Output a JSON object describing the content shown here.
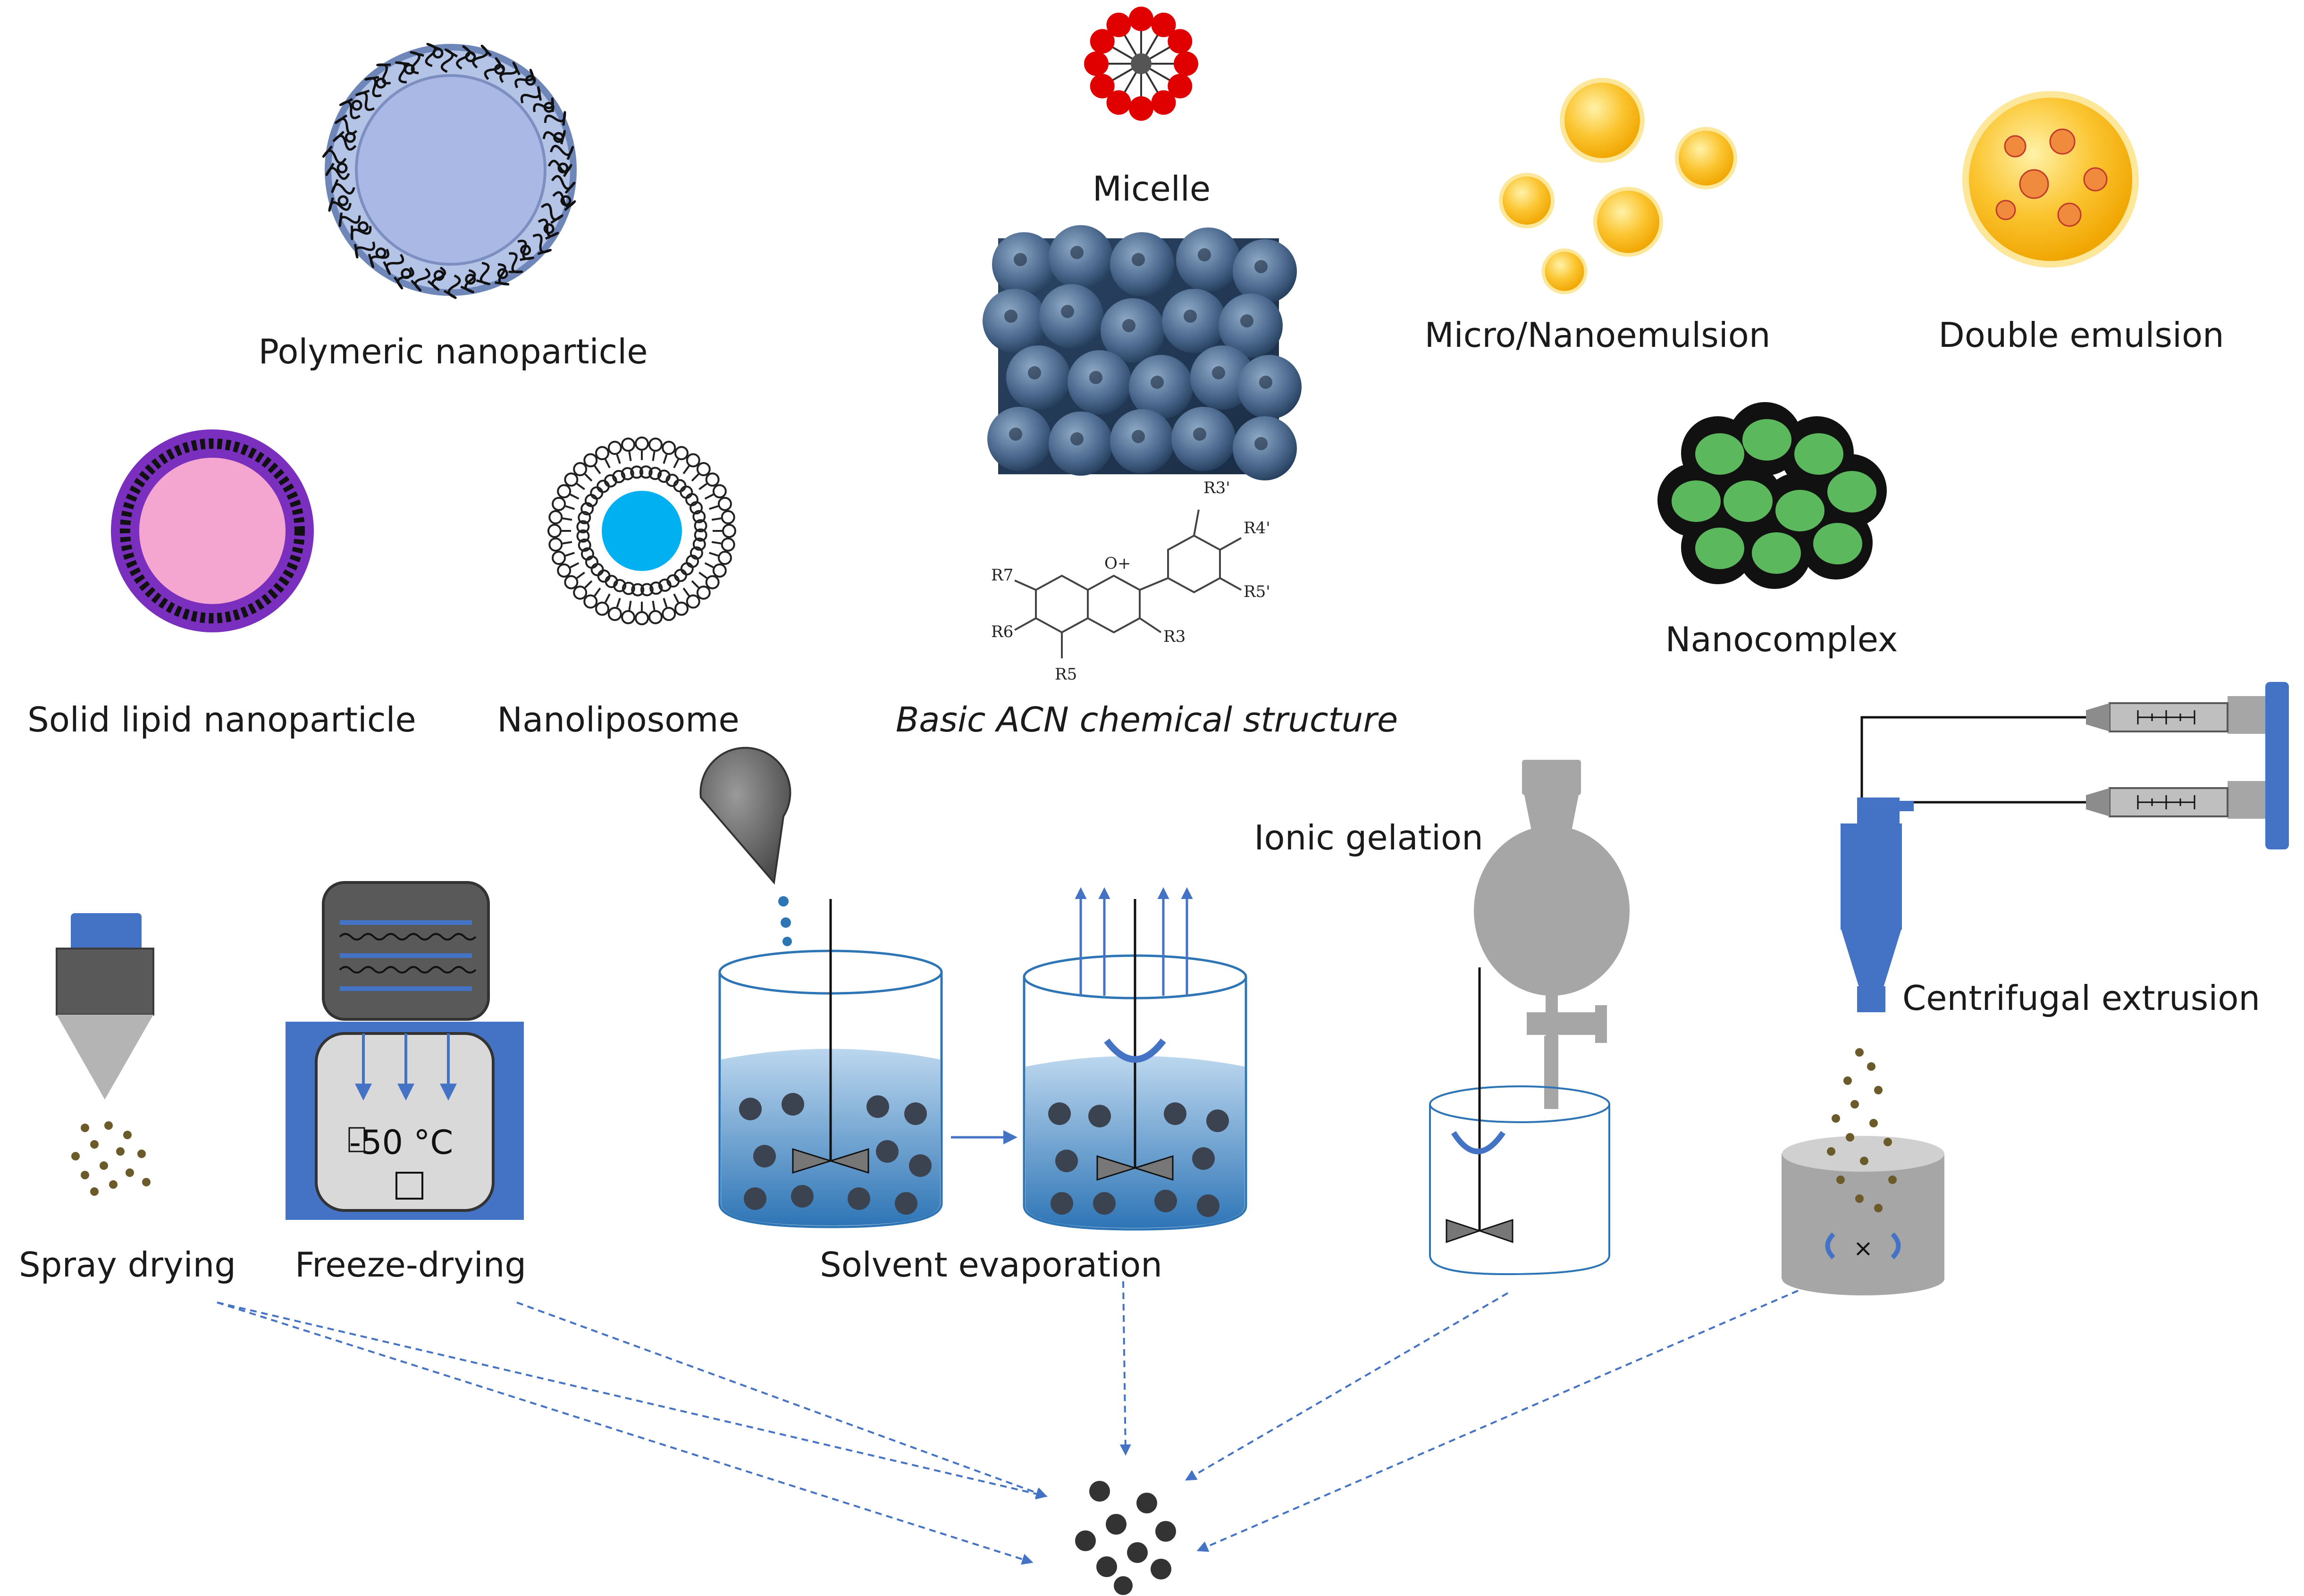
{
  "labels": {
    "polymeric": "Polymeric nanoparticle",
    "micelle": "Micelle",
    "micro_nano": "Micro/Nanoemulsion",
    "double": "Double emulsion",
    "sln": "Solid lipid nanoparticle",
    "nanoliposome": "Nanoliposome",
    "acn": "Basic ACN chemical structure",
    "nanocomplex": "Nanocomplex",
    "ionic": "Ionic gelation",
    "centrifugal": "Centrifugal extrusion",
    "spray": "Spray drying",
    "freeze": "Freeze-drying",
    "solvent": "Solvent evaporation"
  },
  "freeze_temp": "-50 °C",
  "chem": {
    "r3p": "R3'",
    "r4p": "R4'",
    "r5p": "R5'",
    "r7": "R7",
    "r6": "R6",
    "r5": "R5",
    "r3": "R3",
    "o": "O+"
  },
  "colors": {
    "blue": "#4472c4",
    "yellow": "#fbbf1c",
    "purple": "#7b2fbe",
    "pink": "#f4a6d0",
    "cyan": "#00b0f0",
    "gray": "#a6a6a6",
    "red": "#e00000",
    "green": "#5cb85c"
  }
}
